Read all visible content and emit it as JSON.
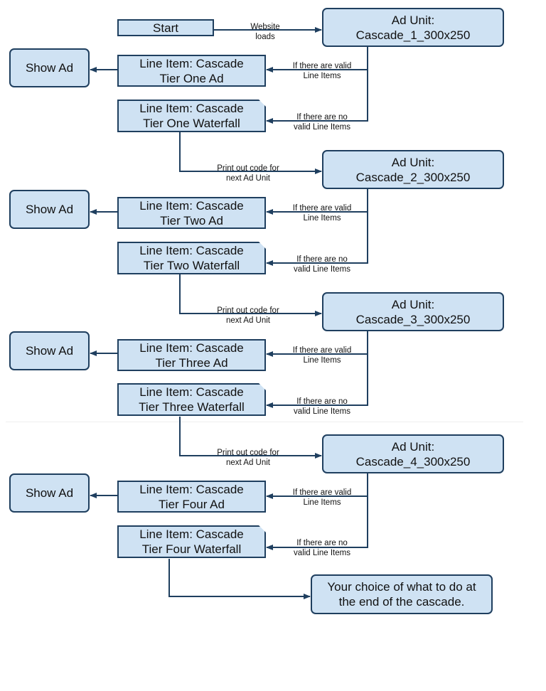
{
  "start": {
    "label": "Start"
  },
  "ad_units": [
    {
      "title": "Ad Unit:",
      "name": "Cascade_1_300x250"
    },
    {
      "title": "Ad Unit:",
      "name": "Cascade_2_300x250"
    },
    {
      "title": "Ad Unit:",
      "name": "Cascade_3_300x250"
    },
    {
      "title": "Ad Unit:",
      "name": "Cascade_4_300x250"
    }
  ],
  "tiers": [
    {
      "ad_line1": "Line Item: Cascade",
      "ad_line2": "Tier One Ad",
      "wf_line1": "Line Item: Cascade",
      "wf_line2": "Tier One Waterfall",
      "show": "Show Ad"
    },
    {
      "ad_line1": "Line Item: Cascade",
      "ad_line2": "Tier Two Ad",
      "wf_line1": "Line Item: Cascade",
      "wf_line2": "Tier Two Waterfall",
      "show": "Show Ad"
    },
    {
      "ad_line1": "Line Item: Cascade",
      "ad_line2": "Tier Three Ad",
      "wf_line1": "Line Item: Cascade",
      "wf_line2": "Tier Three Waterfall",
      "show": "Show Ad"
    },
    {
      "ad_line1": "Line Item: Cascade",
      "ad_line2": "Tier Four Ad",
      "wf_line1": "Line Item: Cascade",
      "wf_line2": "Tier Four Waterfall",
      "show": "Show Ad"
    }
  ],
  "end": {
    "line1": "Your choice of what to do at",
    "line2": "the end of the cascade."
  },
  "edge_labels": {
    "website_loads": [
      "Website",
      "loads"
    ],
    "valid": [
      "If there are valid",
      "Line Items"
    ],
    "no_valid": [
      "If there are no",
      "valid Line Items"
    ],
    "print_next": [
      "Print out code for",
      "next Ad Unit"
    ]
  },
  "colors": {
    "fill": "#cfe2f3",
    "stroke": "#1f3f5f",
    "arrow": "#1f3f5f"
  }
}
